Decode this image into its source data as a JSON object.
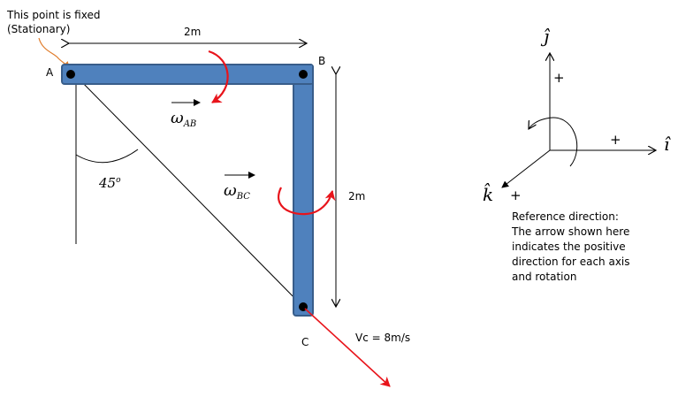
{
  "fixed_note": {
    "line1": "This point is fixed",
    "line2": "(Stationary)"
  },
  "points": {
    "a": "A",
    "b": "B",
    "c": "C"
  },
  "dimensions": {
    "ab_length": "2m",
    "bc_length": "2m"
  },
  "angle": {
    "value": "45",
    "unit": "o"
  },
  "omega": {
    "symbol": "ω",
    "ab_sub": "AB",
    "bc_sub": "BC"
  },
  "velocity": {
    "label": "Vc = 8m/s"
  },
  "axes": {
    "i": "î",
    "j": "ĵ",
    "k": "k̂",
    "plus": "+"
  },
  "reference_note": [
    "Reference direction:",
    "The arrow shown here",
    "indicates the positive",
    "direction for each axis",
    "and rotation"
  ],
  "colors": {
    "bar_fill": "#4f81bd",
    "bar_stroke": "#385d8a",
    "rotation_arrow": "#e8141b",
    "leader": "#e07b29"
  }
}
